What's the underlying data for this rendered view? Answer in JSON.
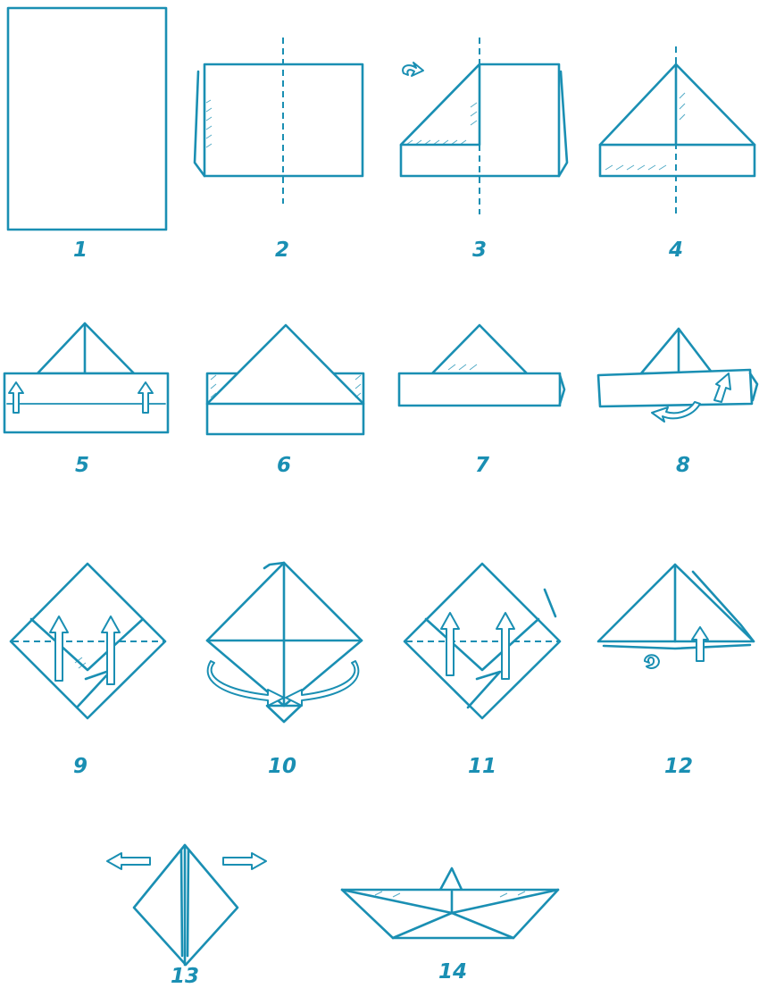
{
  "colors": {
    "line": "#1a8fb3",
    "background": "#ffffff"
  },
  "steps": [
    {
      "label": "1"
    },
    {
      "label": "2"
    },
    {
      "label": "3"
    },
    {
      "label": "4"
    },
    {
      "label": "5"
    },
    {
      "label": "6"
    },
    {
      "label": "7"
    },
    {
      "label": "8"
    },
    {
      "label": "9"
    },
    {
      "label": "10"
    },
    {
      "label": "11"
    },
    {
      "label": "12"
    },
    {
      "label": "13"
    },
    {
      "label": "14"
    }
  ]
}
